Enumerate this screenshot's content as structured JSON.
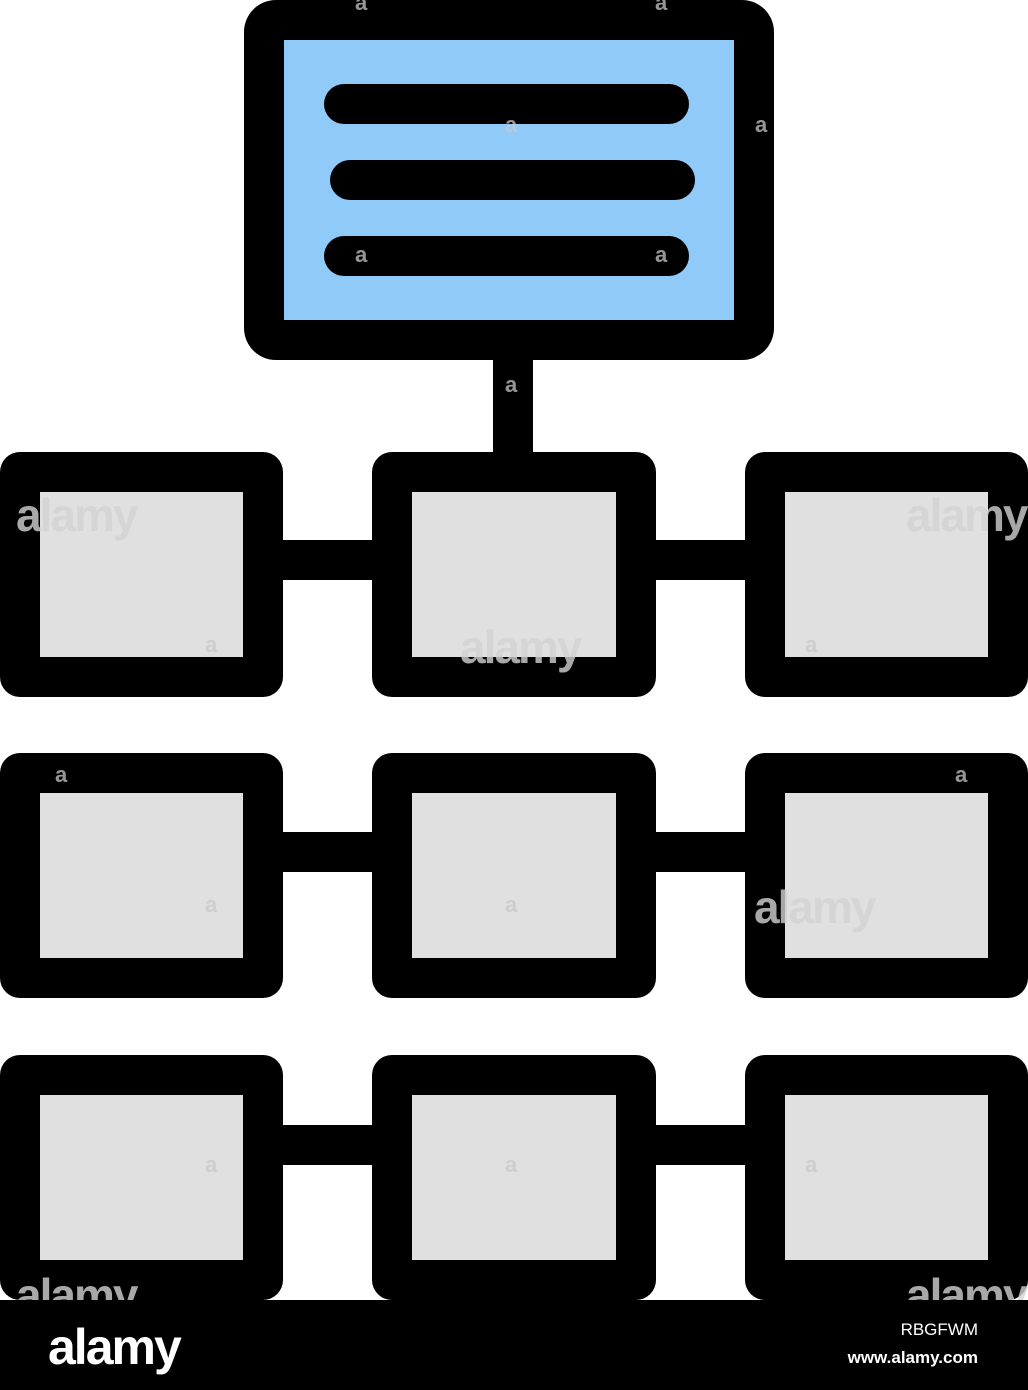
{
  "colors": {
    "stroke": "#000000",
    "header_fill": "#90CAF9",
    "node_fill": "#E0E0E0",
    "background": "#FFFFFF"
  },
  "diagram": {
    "header_node": {
      "lines": 3
    },
    "grid": {
      "rows": 3,
      "columns": 3
    }
  },
  "watermark": {
    "word": "alamy",
    "glyph": "a"
  },
  "footer": {
    "logo": "alamy",
    "image_id": "RBGFWM",
    "url": "www.alamy.com"
  }
}
